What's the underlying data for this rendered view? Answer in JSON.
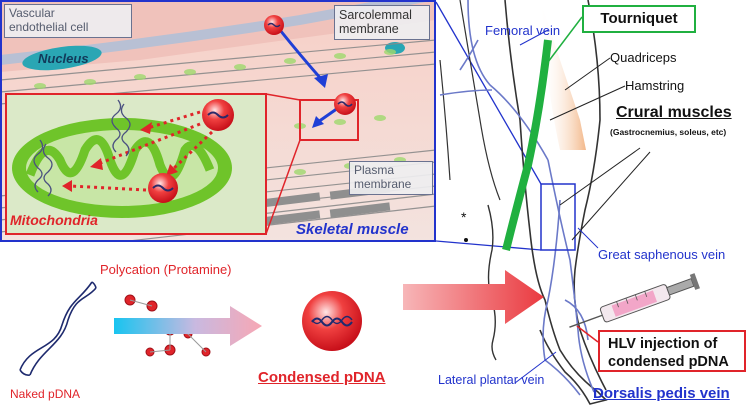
{
  "inset": {
    "vascular_cell": [
      "Vascular",
      "endothelial cell"
    ],
    "sarcolemmal": [
      "Sarcolemmal",
      "membrane"
    ],
    "nucleus": "Nucleus",
    "plasma": [
      "Plasma",
      "membrane"
    ],
    "mitochondria": "Mitochondria",
    "skeletal_muscle_prefix": "Skeletal ",
    "skeletal_muscle_suffix": "muscle"
  },
  "leg": {
    "femoral_vein": "Femoral vein",
    "tourniquet": "Tourniquet",
    "quadriceps": "Quadriceps",
    "hamstring": "Hamstring",
    "crural_muscles": "Crural muscles",
    "crural_sub": "(Gastrocnemius, soleus, etc)",
    "great_saphenous": "Great saphenous vein",
    "lateral_plantar": "Lateral plantar vein",
    "dorsalis_pedis": "Dorsalis pedis vein",
    "hlv_injection": [
      "HLV injection of",
      "condensed pDNA"
    ]
  },
  "process": {
    "polycation": "Polycation (Protamine)",
    "naked_pdna": "Naked pDNA",
    "condensed_pdna": "Condensed pDNA"
  },
  "colors": {
    "red": "#e8202a",
    "blue": "#1f2bd0",
    "green": "#20b040",
    "frame_blue": "#2233cc",
    "mito_green": "#6fc42a"
  }
}
